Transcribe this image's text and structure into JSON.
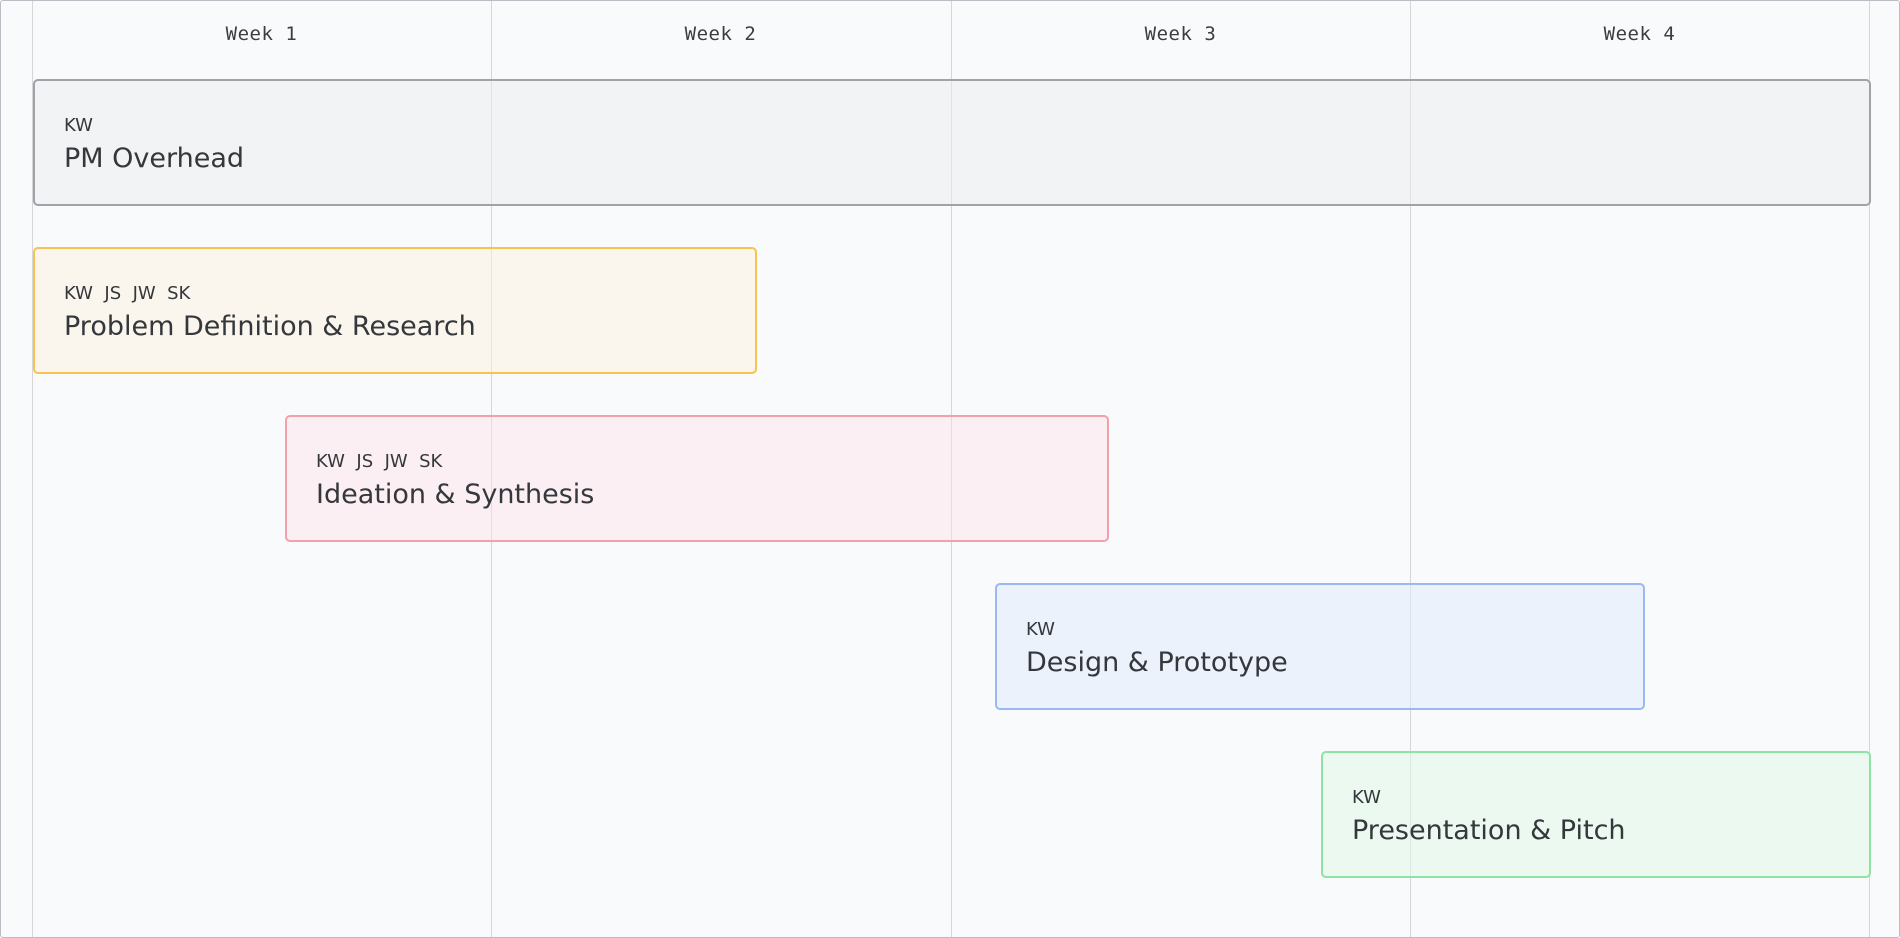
{
  "timeline": {
    "weeks": [
      "Week 1",
      "Week 2",
      "Week 3",
      "Week 4"
    ]
  },
  "tasks": [
    {
      "assignees": "KW",
      "title": "PM Overhead",
      "color": "#9fa2a7"
    },
    {
      "assignees": "KW  JS  JW  SK",
      "title": "Problem Definition & Research",
      "color": "#f7c24f"
    },
    {
      "assignees": "KW  JS  JW  SK",
      "title": "Ideation & Synthesis",
      "color": "#f2a1aa"
    },
    {
      "assignees": "KW",
      "title": "Design & Prototype",
      "color": "#9bb8f3"
    },
    {
      "assignees": "KW",
      "title": "Presentation & Pitch",
      "color": "#8fe2a3"
    }
  ]
}
